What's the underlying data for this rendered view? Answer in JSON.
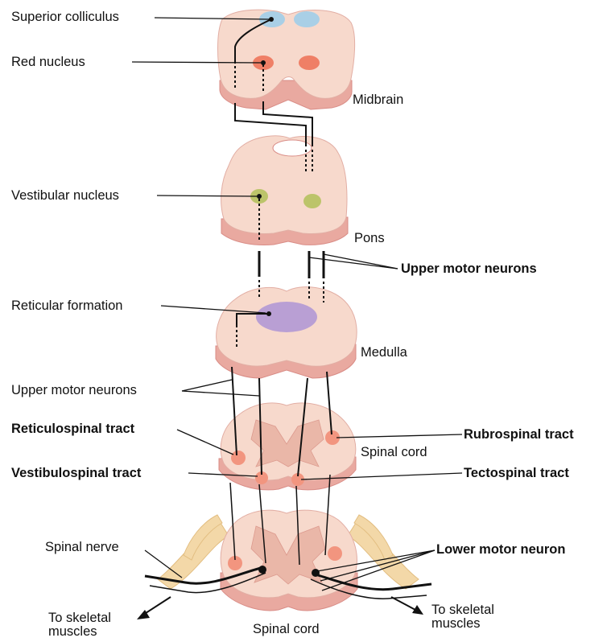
{
  "labels": {
    "superior_colliculus": "Superior colliculus",
    "red_nucleus": "Red nucleus",
    "midbrain": "Midbrain",
    "vestibular_nucleus": "Vestibular nucleus",
    "pons": "Pons",
    "upper_motor_neurons_bold": "Upper motor neurons",
    "reticular_formation": "Reticular formation",
    "medulla": "Medulla",
    "upper_motor_neurons": "Upper motor neurons",
    "reticulospinal_tract": "Reticulospinal tract",
    "rubrospinal_tract": "Rubrospinal tract",
    "spinal_cord_upper": "Spinal cord",
    "vestibulospinal_tract": "Vestibulospinal tract",
    "tectospinal_tract": "Tectospinal tract",
    "spinal_nerve": "Spinal nerve",
    "lower_motor_neuron": "Lower motor neuron",
    "to_skeletal_muscles_left": "To skeletal muscles",
    "to_skeletal_muscles_right": "To skeletal muscles",
    "spinal_cord_lower": "Spinal cord"
  },
  "colors": {
    "tissue": "#f7d9cc",
    "tissue_side": "#e9a9a0",
    "tissue_edge": "#d98c86",
    "gray_matter": "#eab7a8",
    "colliculus": "#a9cfe6",
    "red_nucleus": "#ef7f66",
    "vestibular_nucleus": "#bcc46a",
    "reticular_formation": "#b99fd4",
    "tract_spot": "#f2957f",
    "nerve": "#f3d8a8",
    "leader": "#111111"
  }
}
